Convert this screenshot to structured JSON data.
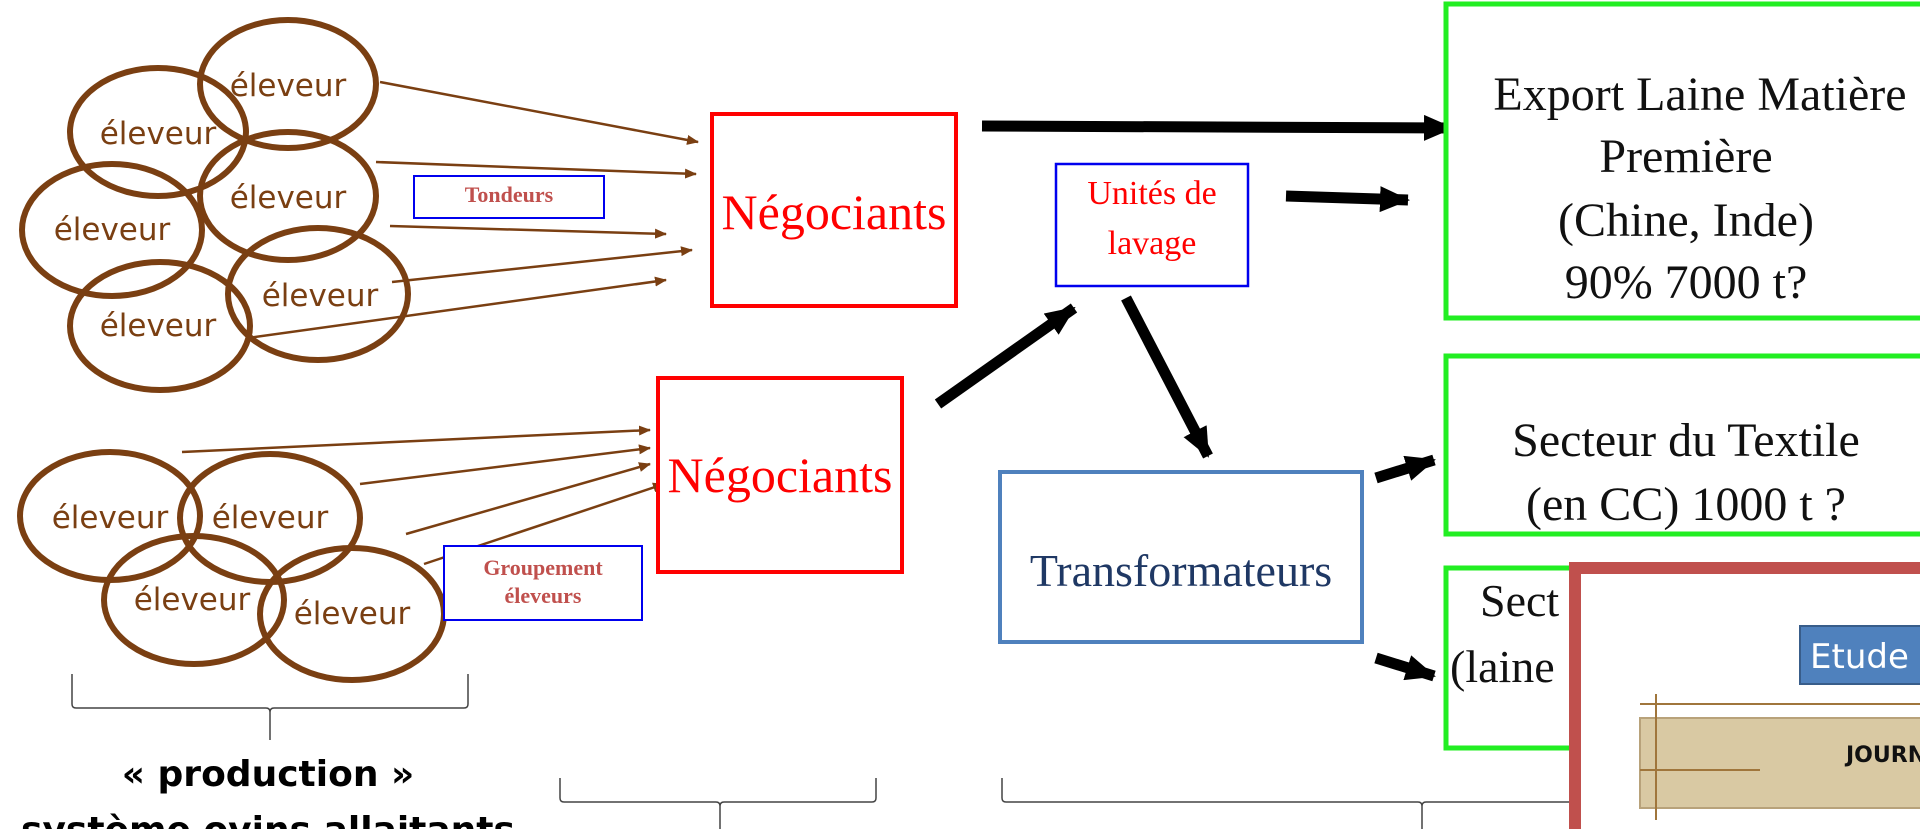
{
  "colors": {
    "brown": "#7a3f12",
    "red": "#ff0000",
    "blue": "#0000ee",
    "green": "#22ee22",
    "steel_blue": "#4f81bd",
    "navy": "#1f3864",
    "card_red": "#c0504d",
    "label_red": "#c0504d"
  },
  "producers_top": {
    "nodes": [
      "éleveur",
      "éleveur",
      "éleveur",
      "éleveur",
      "éleveur",
      "éleveur"
    ]
  },
  "producers_bottom": {
    "nodes": [
      "éleveur",
      "éleveur",
      "éleveur",
      "éleveur"
    ]
  },
  "tondeurs_label": "Tondeurs",
  "groupement_label": {
    "line1": "Groupement",
    "line2": "éleveurs"
  },
  "negociants_top": "Négociants",
  "negociants_bottom": "Négociants",
  "unites_lavage": {
    "line1": "Unités de",
    "line2": "lavage"
  },
  "transformateurs": "Transformateurs",
  "export_box": {
    "line1": "Export Laine Matière",
    "line2": "Première",
    "line3": "(Chine, Inde)",
    "line4": "90% 7000 t?"
  },
  "textile_box": {
    "line1": "Secteur du Textile",
    "line2": "(en CC) 1000 t ?"
  },
  "third_box": {
    "line1": "Sect",
    "line2": "(laine"
  },
  "production_label": {
    "line1": "« production »",
    "line2": "système ovins allaitants"
  },
  "overlay_card": {
    "tag": "Etude",
    "banner": "JOURNEE"
  }
}
